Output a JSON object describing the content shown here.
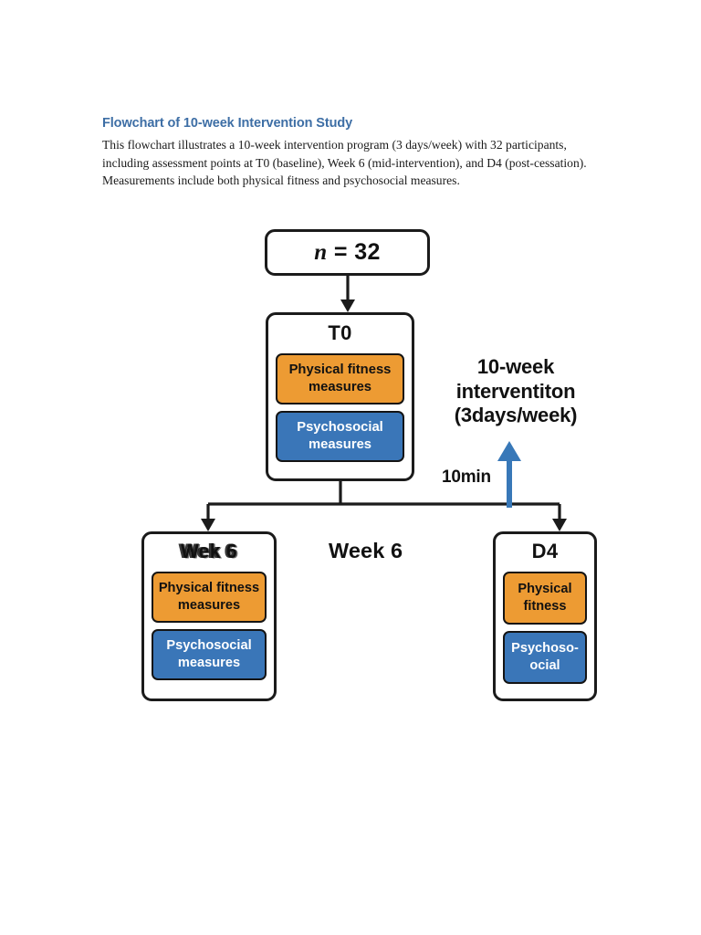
{
  "document": {
    "title": "Flowchart of 10-week Intervention Study",
    "body": "This flowchart illustrates a 10-week intervention program (3 days/week) with 32 participants, including assessment points at T0 (baseline), Week 6 (mid-intervention), and D4 (post-cessation). Measurements include both physical fitness and psychosocial measures."
  },
  "colors": {
    "title_blue": "#3d6ea5",
    "chip_orange": "#ed9b33",
    "chip_blue": "#3a76b8",
    "arrow_blue": "#3878b8",
    "outline_black": "#1b1b1b"
  },
  "flowchart": {
    "nodes": {
      "enrollment": {
        "label_prefix": "n",
        "label_rest": " = 32",
        "label_full": "n = 32"
      },
      "t0": {
        "header": "T0",
        "chips": [
          {
            "text": "Physical fitness measures",
            "color": "orange"
          },
          {
            "text": "Psychosocial measures",
            "color": "blue"
          }
        ]
      },
      "week6": {
        "header": "Wek 6",
        "header_intended": "Week 6",
        "chips": [
          {
            "text": "Physical fitness measures",
            "color": "orange"
          },
          {
            "text": "Psychosocial measures",
            "color": "blue"
          }
        ]
      },
      "d4": {
        "header": "D4",
        "chips": [
          {
            "text": "Physical fitness",
            "color": "orange"
          },
          {
            "text": "Psychoso-ocial",
            "color": "blue"
          }
        ]
      }
    },
    "annotations": {
      "intervention": "10-week interventiton (3days/week)",
      "intervention_lines": [
        "10-week",
        "interventiton",
        "(3days/week)"
      ],
      "duration": "10min",
      "midpoint_label": "Week 6"
    }
  }
}
